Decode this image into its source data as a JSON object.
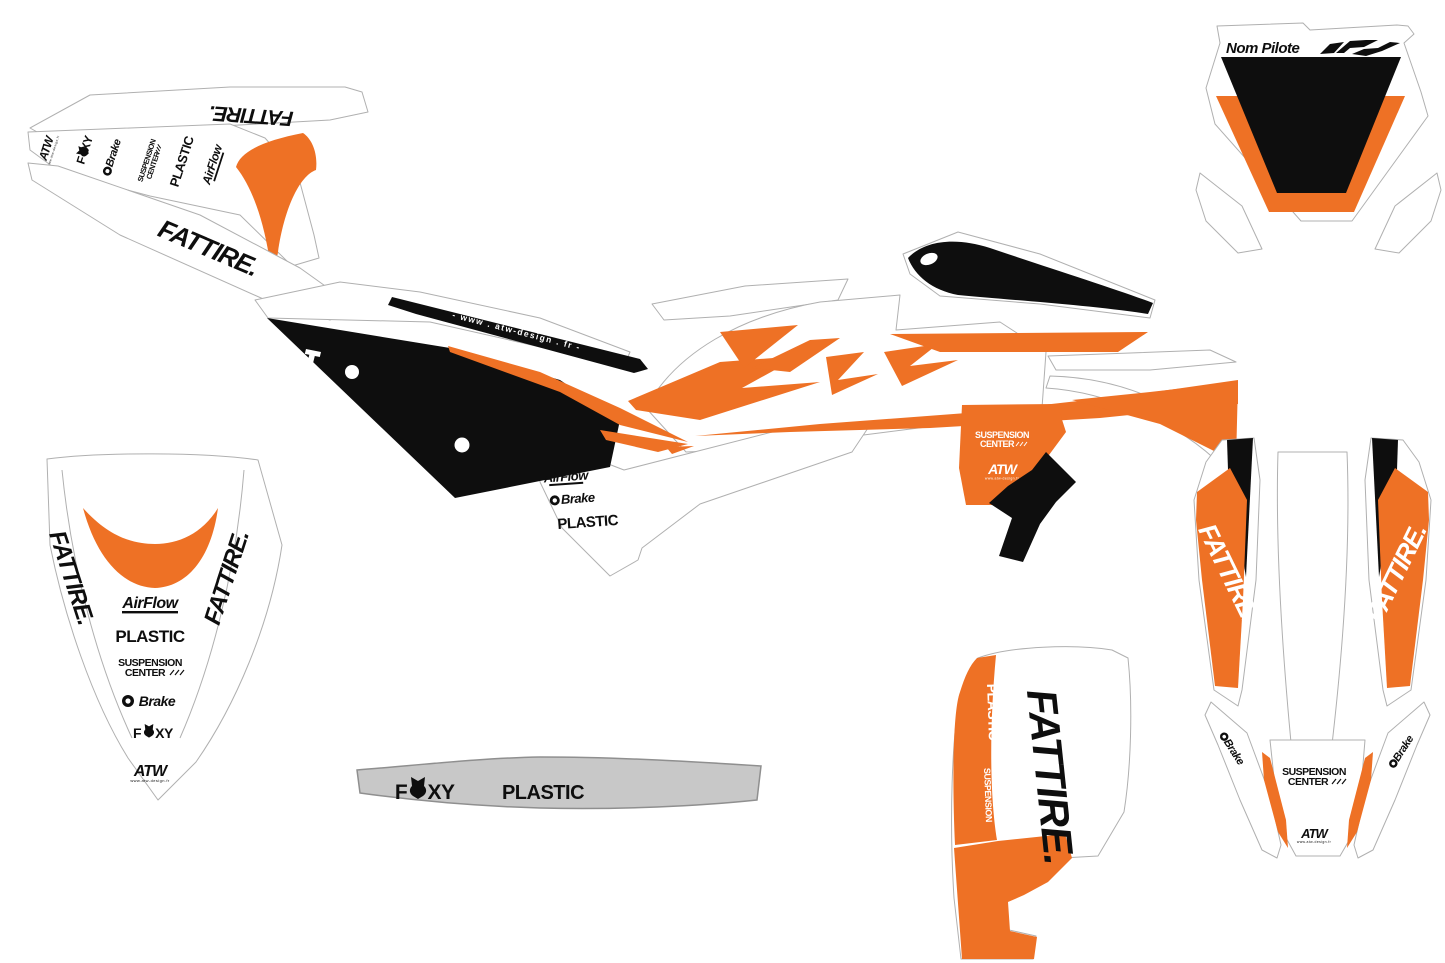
{
  "colors": {
    "orange": "#ee7125",
    "black": "#0e0e0e",
    "outline_gray": "#b0b0b0",
    "strip_gray": "#c8c8c8",
    "white": "#ffffff"
  },
  "brands": {
    "fattire": "FATTIRE.",
    "airflow": "AirFlow",
    "plastic": "PLASTIC",
    "suspension_line1": "SUSPENSION",
    "suspension_line2": "CENTER",
    "brake": "Brake",
    "foxy_f": "F",
    "foxy_xy": "XY",
    "atw": "ATW",
    "atw_url": "www.atw-design.fr"
  },
  "number_plate": {
    "rider_name_label": "Nom Pilote"
  },
  "side_kit": {
    "url_strip_text": "-  www . atw-design . fr  -"
  }
}
